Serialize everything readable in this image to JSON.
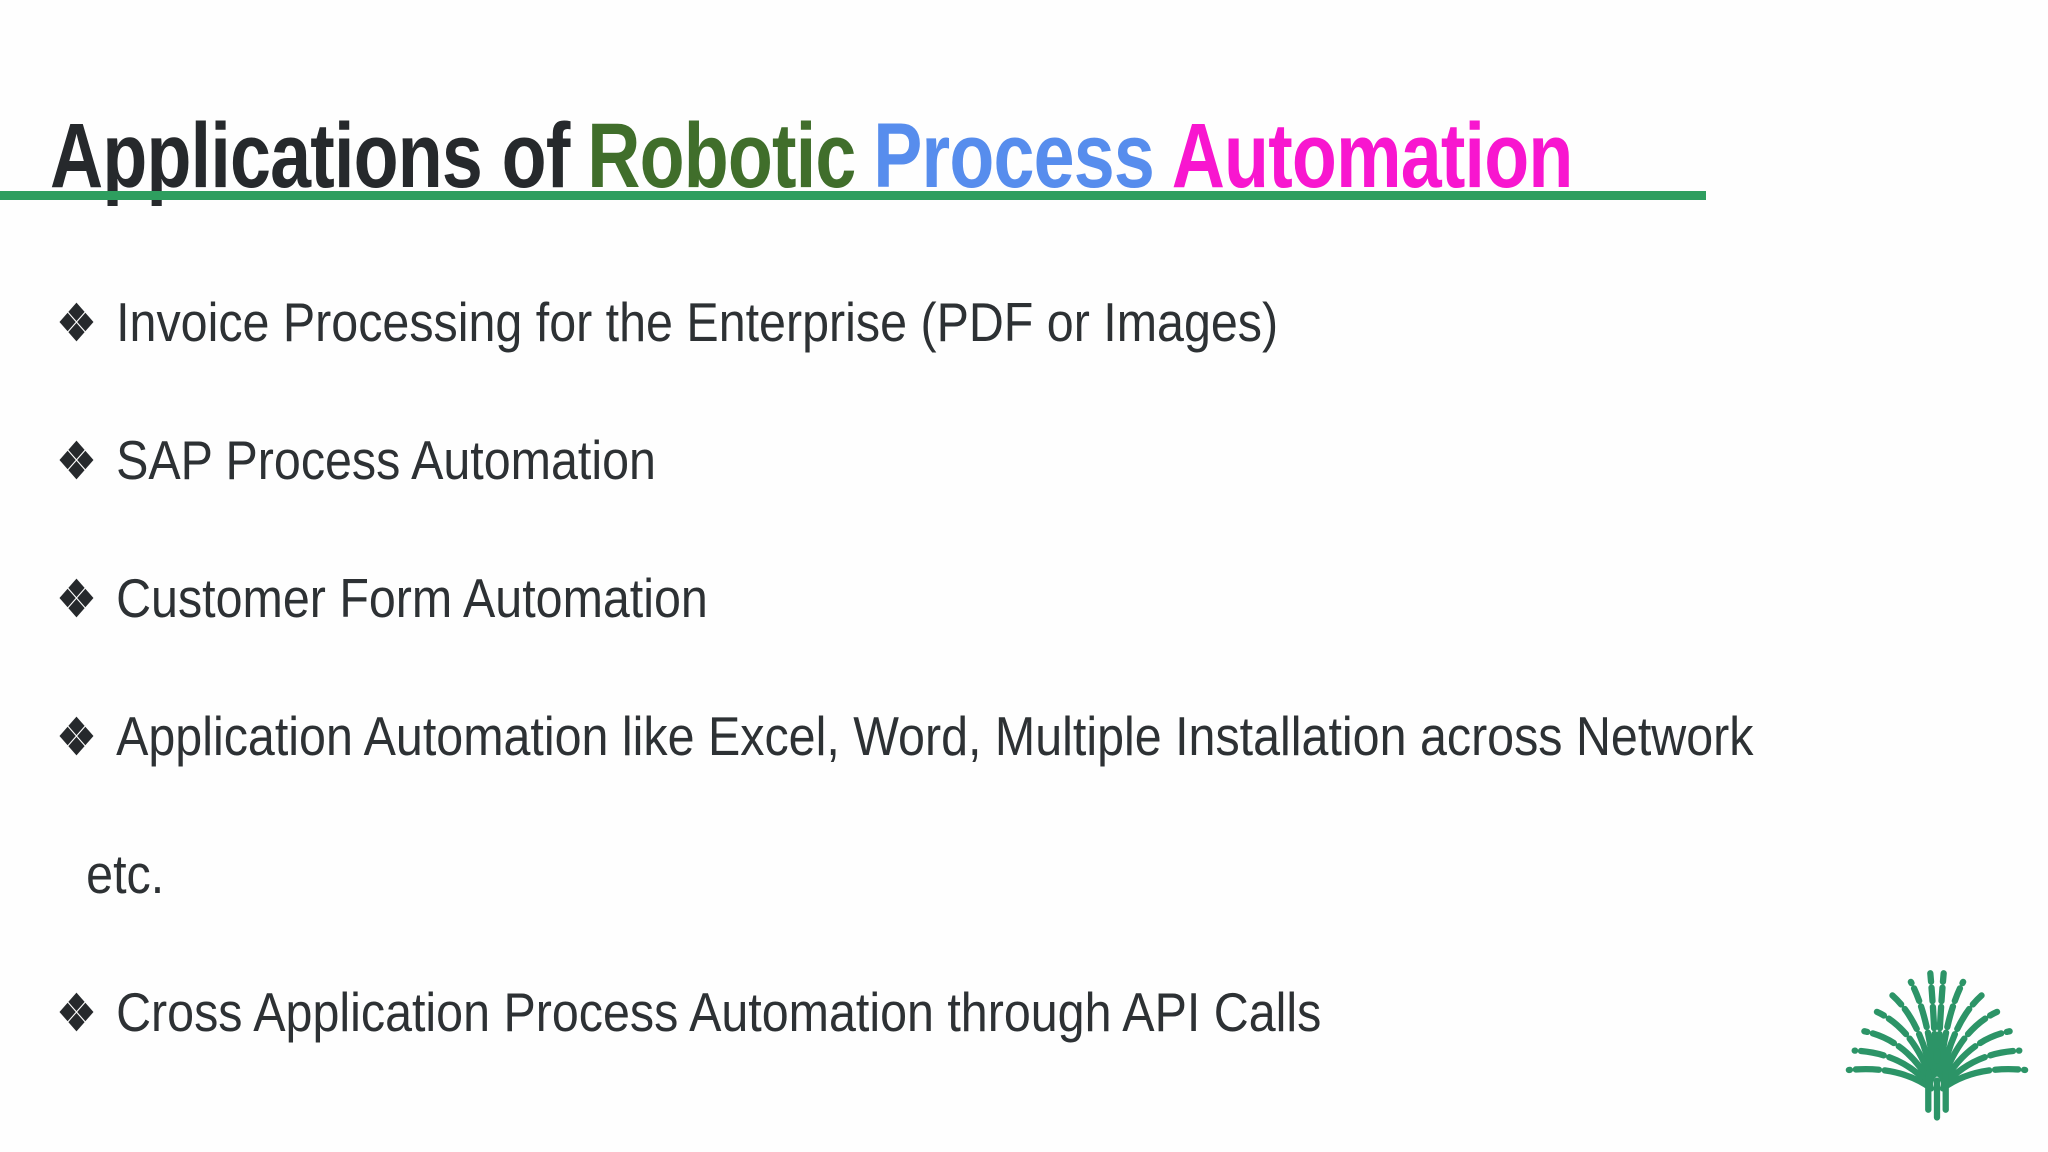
{
  "slide": {
    "title": {
      "segments": [
        {
          "text": "Applications of",
          "color": "#26292c"
        },
        {
          "text": "Robotic",
          "color": "#406e2b"
        },
        {
          "text": "Process",
          "color": "#578ded"
        },
        {
          "text": "Automation",
          "color": "#f816cf"
        }
      ]
    },
    "divider_color": "#2e9e5f",
    "text_color": "#2d3134",
    "bullet_marker_color": "#26292c",
    "bullet_marker_glyph": "four-diamond",
    "bullets": [
      {
        "text": "Invoice Processing for the Enterprise (PDF or Images)"
      },
      {
        "text": "SAP Process Automation"
      },
      {
        "text": "Customer Form Automation"
      },
      {
        "text": "Application Automation like Excel, Word, Multiple Installation across Network"
      },
      {
        "text": "etc."
      },
      {
        "text": "Cross Application Process Automation through API Calls"
      }
    ],
    "logo": {
      "name": "green fan tree logo",
      "color": "#2c9467"
    }
  }
}
